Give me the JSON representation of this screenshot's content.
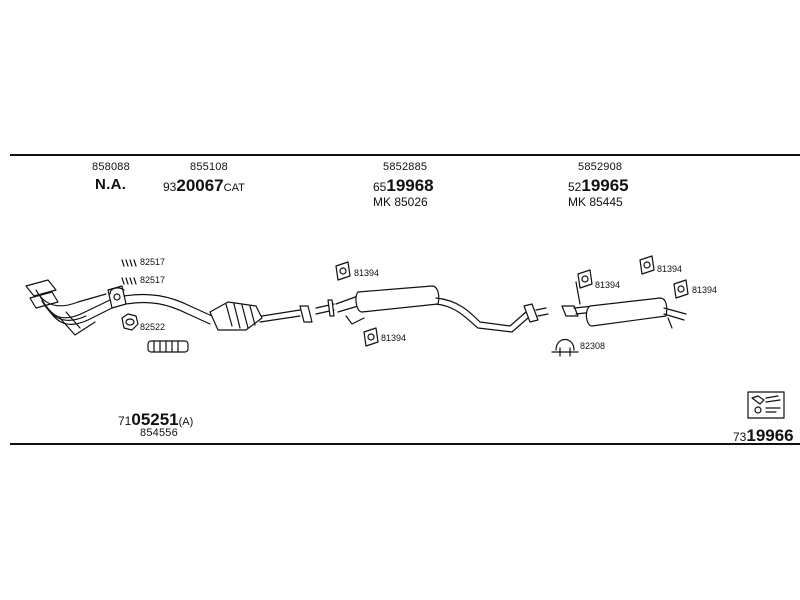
{
  "header": {
    "col1": {
      "part_no": "858088",
      "label": "N.A."
    },
    "col2": {
      "part_no": "855108",
      "prefix": "93",
      "main": "20067",
      "suffix": "CAT"
    },
    "col3": {
      "part_no": "5852885",
      "prefix": "65",
      "main": "19968",
      "mk": "MK  85026"
    },
    "col4": {
      "part_no": "5852908",
      "prefix": "52",
      "main": "19965",
      "mk": "MK  85445"
    }
  },
  "callouts": {
    "clamp_a": "82517",
    "clamp_b": "82517",
    "gasket": "82522",
    "hanger_1": "81394",
    "hanger_2": "81394",
    "hanger_3": "81394",
    "hanger_4": "81394",
    "hanger_5": "81394",
    "clamp_rear": "82308"
  },
  "footer": {
    "left_prefix": "71",
    "left_main": "05251",
    "left_suffix": "(A)",
    "left_sub": "854556",
    "right_prefix": "73",
    "right_main": "19966"
  },
  "icon_names": [
    "kit-box-icon"
  ]
}
